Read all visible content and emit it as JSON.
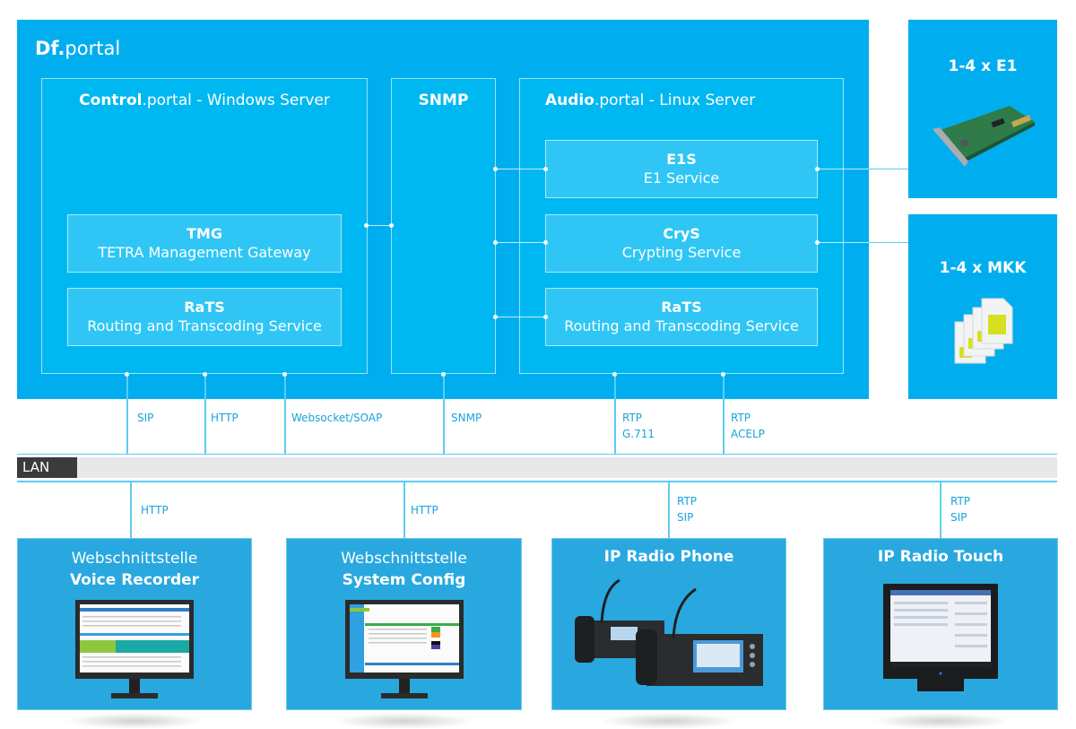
{
  "portal": {
    "title_bold": "Df.",
    "title_rest": "portal",
    "control": {
      "title_bold": "Control",
      "title_rest": ".portal - Windows Server",
      "services": [
        {
          "name": "TMG",
          "desc": "TETRA Management Gateway"
        },
        {
          "name": "RaTS",
          "desc": "Routing and Transcoding Service"
        }
      ]
    },
    "snmp": {
      "title": "SNMP"
    },
    "audio": {
      "title_bold": "Audio",
      "title_rest": ".portal - Linux Server",
      "services": [
        {
          "name": "E1S",
          "desc": "E1 Service"
        },
        {
          "name": "CryS",
          "desc": "Crypting Service"
        },
        {
          "name": "RaTS",
          "desc": "Routing and Transcoding Service"
        }
      ]
    }
  },
  "hardware": {
    "e1": {
      "title": "1-4 x E1",
      "icon": "pci-card"
    },
    "mkk": {
      "title": "1-4 x MKK",
      "icon": "sim-cards"
    }
  },
  "upper_links": [
    {
      "line1": "SIP",
      "line2": ""
    },
    {
      "line1": "HTTP",
      "line2": ""
    },
    {
      "line1": "Websocket/SOAP",
      "line2": ""
    },
    {
      "line1": "SNMP",
      "line2": ""
    },
    {
      "line1": "RTP",
      "line2": "G.711"
    },
    {
      "line1": "RTP",
      "line2": "ACELP"
    }
  ],
  "lan": {
    "label": "LAN"
  },
  "lower_links": [
    {
      "line1": "HTTP",
      "line2": ""
    },
    {
      "line1": "HTTP",
      "line2": ""
    },
    {
      "line1": "RTP",
      "line2": "SIP"
    },
    {
      "line1": "RTP",
      "line2": "SIP"
    }
  ],
  "devices": [
    {
      "line1": "Webschnittstelle",
      "line2": "Voice Recorder",
      "icon": "monitor"
    },
    {
      "line1": "Webschnittstelle",
      "line2": "System Config",
      "icon": "monitor"
    },
    {
      "line1": "",
      "line2": "IP Radio Phone",
      "icon": "desk-phone"
    },
    {
      "line1": "",
      "line2": "IP Radio Touch",
      "icon": "touch-panel"
    }
  ],
  "colors": {
    "portal_blue": "#00aeef",
    "service_blue": "#2fc6f5",
    "device_blue": "#29a8e0",
    "link_text": "#1aa3dc",
    "lan_dark": "#3b3b3b",
    "lan_gray": "#e7e8e9",
    "sim_yellow": "#d6df22"
  }
}
